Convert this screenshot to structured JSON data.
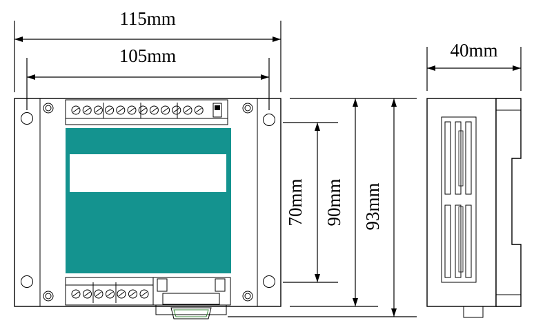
{
  "dimensions": {
    "overall_width": "115mm",
    "hole_spacing": "105mm",
    "depth": "40mm",
    "inner_height": "70mm",
    "rail_height": "90mm",
    "overall_height": "93mm"
  },
  "colors": {
    "panel": "#14938f",
    "label_area": "#ffffff",
    "outline": "#000000",
    "terminal_fill": "#ffffff"
  },
  "icons": {
    "dimension_arrow": "arrowhead",
    "terminal_screw": "screw-terminal-icon",
    "mount_hole": "mounting-hole-icon"
  }
}
